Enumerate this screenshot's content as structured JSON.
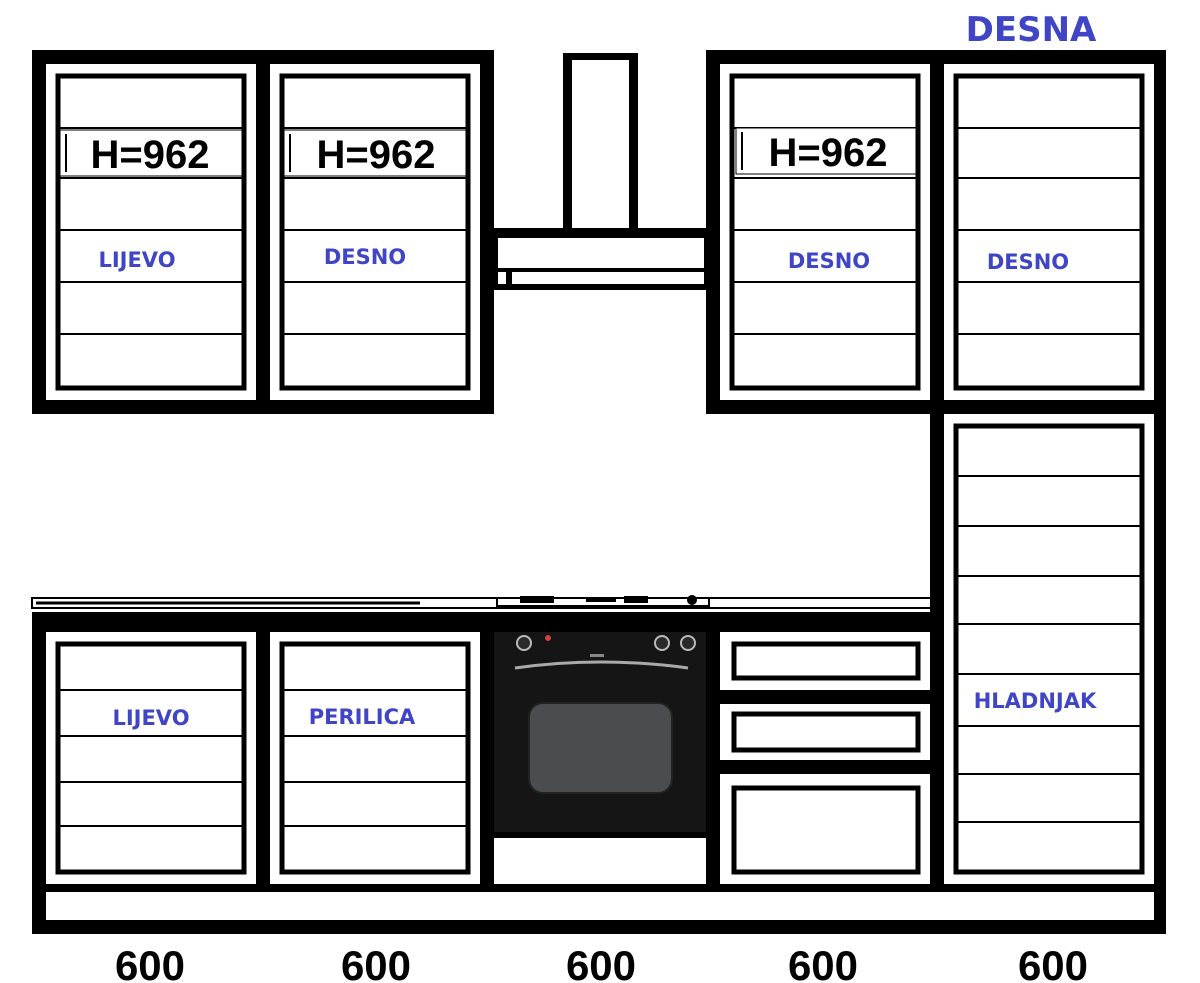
{
  "colors": {
    "frame": "#000000",
    "label_blue": "#3f45c4",
    "oven": "#151515",
    "window": "#4a4d4f"
  },
  "title": "DESNA",
  "upper_cabinets": [
    {
      "height_label": "H=962",
      "door_label": "LIJEVO"
    },
    {
      "height_label": "H=962",
      "door_label": "DESNO"
    },
    {
      "height_label": "H=962",
      "door_label": "DESNO"
    },
    {
      "door_label": "DESNO"
    }
  ],
  "lower_cabinets": [
    {
      "door_label": "LIJEVO"
    },
    {
      "door_label": "PERILICA"
    }
  ],
  "tall_cabinet": {
    "label": "HLADNJAK"
  },
  "dimensions": [
    "600",
    "600",
    "600",
    "600",
    "600"
  ]
}
